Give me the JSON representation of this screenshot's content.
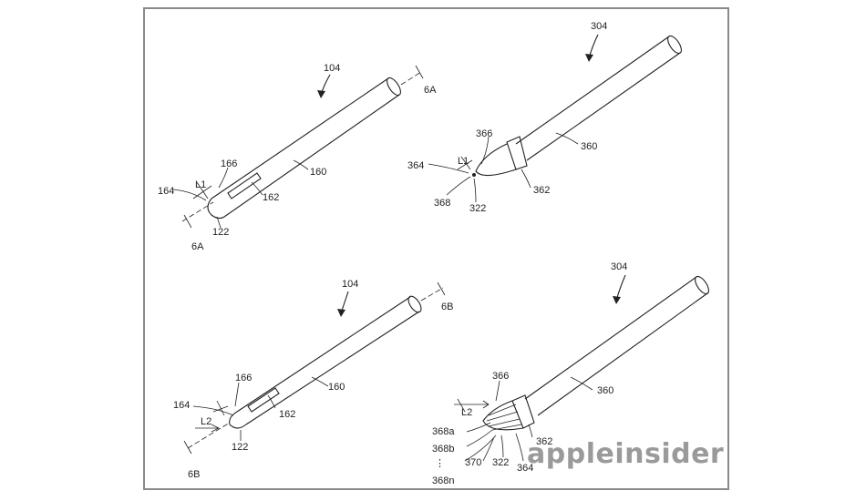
{
  "figures": {
    "top_left": {
      "ref": "104",
      "section_top": "6A",
      "section_bottom": "6A",
      "labels": {
        "body": "160",
        "tip_a": "166",
        "tip_b": "164",
        "tip_c": "122",
        "slot": "162",
        "length": "L1"
      }
    },
    "top_right": {
      "ref": "304",
      "labels": {
        "body": "360",
        "collar": "362",
        "a": "366",
        "b": "364",
        "c": "368",
        "d": "322",
        "length": "L1"
      }
    },
    "bottom_left": {
      "ref": "104",
      "section_top": "6B",
      "section_bottom": "6B",
      "labels": {
        "body": "160",
        "tip_a": "166",
        "tip_b": "164",
        "tip_c": "122",
        "slot": "162",
        "length": "L2"
      }
    },
    "bottom_right": {
      "ref": "304",
      "labels": {
        "body": "360",
        "collar": "362",
        "a": "366",
        "b": "364",
        "c": "370",
        "d": "322",
        "e": "368a",
        "f": "368b",
        "g": "368n",
        "dots": "⋮",
        "length": "L2"
      }
    }
  },
  "watermark": "appleinsider"
}
